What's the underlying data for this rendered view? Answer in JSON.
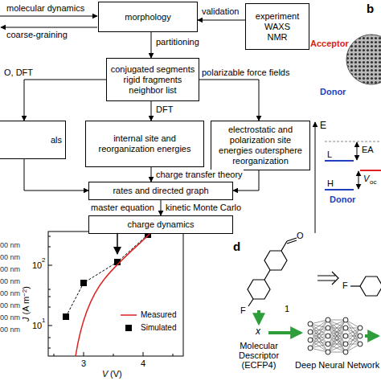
{
  "diagram": {
    "nodes": [
      {
        "text": [
          "morphology"
        ]
      },
      {
        "text": [
          "experiment",
          "WAXS NMR"
        ]
      },
      {
        "text": [
          "conjugated segments rigid fragments neighbor list"
        ]
      },
      {
        "text": [
          "als"
        ]
      },
      {
        "text": [
          "internal site and reorganization energies"
        ]
      },
      {
        "text": [
          "electrostatic and polarization site energies outersphere reorganization"
        ]
      },
      {
        "text": [
          "rates and directed graph"
        ]
      },
      {
        "text": [
          "charge dynamics"
        ]
      }
    ],
    "edges": [
      {
        "from": 1,
        "to": 0,
        "label": "validation",
        "arrow": "to"
      },
      {
        "from": 0,
        "to": 2,
        "label": "partitioning",
        "arrow": "to"
      },
      {
        "from": 2,
        "to": 3,
        "label": "O, DFT",
        "arrow": "to"
      },
      {
        "from": 2,
        "to": 4,
        "label": "DFT",
        "arrow": "to"
      },
      {
        "from": 2,
        "to": 5,
        "label": "polarizable force fields",
        "arrow": "to"
      },
      {
        "from": 3,
        "to": 6,
        "arrow": "to"
      },
      {
        "from": 4,
        "to": 6,
        "label": "charge transfer theory",
        "arrow": "to"
      },
      {
        "from": 5,
        "to": 6,
        "arrow": "to"
      },
      {
        "from": 6,
        "to": 7,
        "label": "master equation",
        "arrow": "to"
      }
    ],
    "labels": [
      "molecular dynamics",
      "coarse-graining",
      "kinetic Monte Carlo",
      "b",
      "Acceptor",
      "Donor",
      "E",
      "EA",
      "L",
      "V",
      "oc",
      "H",
      "Donor",
      "00 nm",
      "00 nm",
      "00 nm",
      "00 nm",
      "00 nm",
      "00 nm",
      "00 nm",
      "00 nm",
      "10",
      "2",
      "10",
      "1",
      "3",
      "4",
      "V",
      "(V)",
      "J",
      "(A m",
      "−2",
      ")",
      "d",
      "O",
      "F",
      "1",
      "F",
      "x",
      "Molecular Descriptor (ECFP4)",
      "Deep Neural Network"
    ],
    "legend": [
      {
        "text": "Measured"
      },
      {
        "text": "Simulated"
      }
    ]
  }
}
